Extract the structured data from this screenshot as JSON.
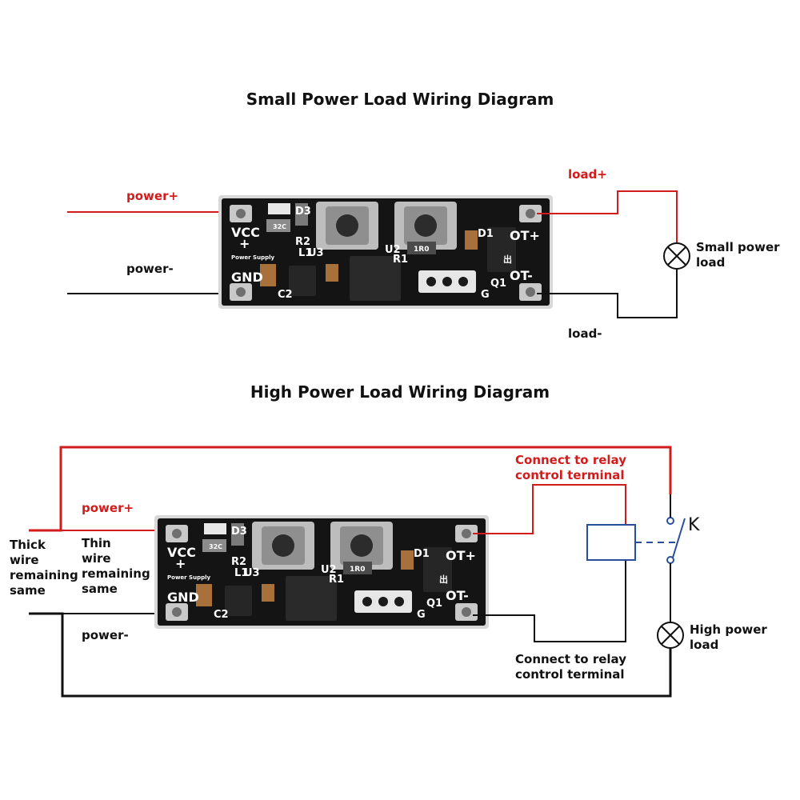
{
  "small": {
    "title": "Small Power Load Wiring Diagram",
    "power_plus": "power+",
    "power_minus": "power-",
    "load_plus": "load+",
    "load_minus": "load-",
    "load_label": "Small power\nload"
  },
  "high": {
    "title": "High Power Load Wiring Diagram",
    "power_plus": "power+",
    "power_minus": "power-",
    "thick_wire": "Thick\nwire\nremaining\nsame",
    "thin_wire": "Thin\nwire\nremaining\nsame",
    "relay_top": "Connect to relay\ncontrol terminal",
    "relay_bottom": "Connect to relay\ncontrol terminal",
    "switch_label": "K",
    "load_label": "High power\nload"
  },
  "board": {
    "vcc": "VCC",
    "plus": "+",
    "gnd": "GND",
    "ot_plus": "OT+",
    "ot_minus": "OT-",
    "power_supply": "Power Supply",
    "d3": "D3",
    "r2": "R2",
    "l1": "L1",
    "u3": "U3",
    "u2": "U2",
    "r1": "R1",
    "d1": "D1",
    "c2": "C2",
    "q1": "Q1",
    "g": "G",
    "cap_code": "32C",
    "res_code": "1R0",
    "out_cn": "出"
  },
  "colors": {
    "wire_red": "#d21b1b",
    "wire_black": "#111111",
    "pcb": "#141414",
    "relay_blue": "#2a4f9a"
  }
}
